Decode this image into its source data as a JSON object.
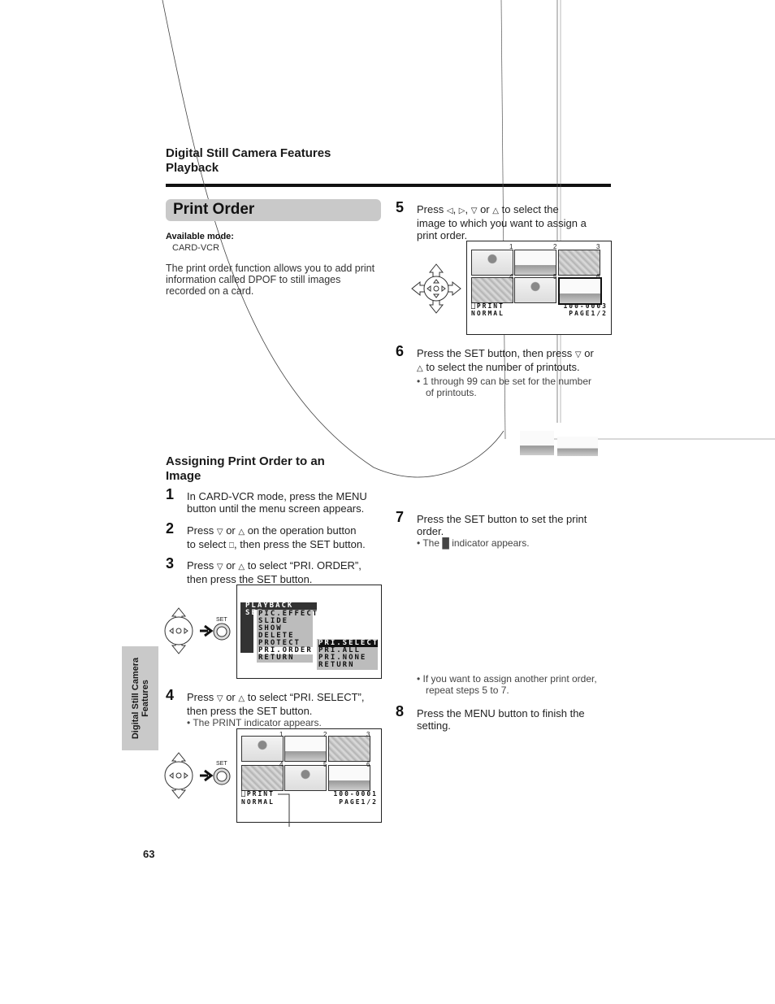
{
  "header": {
    "section_line1": "Digital Still Camera Features",
    "section_line2": "Playback"
  },
  "title": "Print Order",
  "available_mode": {
    "label": "Available mode:",
    "value": "CARD-VCR"
  },
  "intro": [
    "The print order function allows you to add print",
    "information called DPOF to still images",
    "recorded on a card."
  ],
  "subheading": [
    "Assigning Print Order to an",
    "Image"
  ],
  "steps": {
    "s1": {
      "num": "1",
      "lines": [
        "In CARD-VCR mode, press the MENU",
        "button until the menu screen appears."
      ]
    },
    "s2": {
      "num": "2",
      "line1_a": "Press",
      "line1_or": "or",
      "line1_b": "on the operation button",
      "line2_a": "to select",
      "line2_b": ", then press the SET button."
    },
    "s3": {
      "num": "3",
      "line1_a": "Press",
      "line1_or": "or",
      "line1_b": "to select “PRI. ORDER”,",
      "line2": "then press the SET button."
    },
    "s4": {
      "num": "4",
      "line1_a": "Press",
      "line1_or": "or",
      "line1_b": "to select “PRI. SELECT”,",
      "line2": "then press the SET button.",
      "bullet": "The PRINT indicator appears."
    },
    "s5": {
      "num": "5",
      "line1_a": "Press",
      "line1_or": "or",
      "line1_b": "to select the",
      "line2": "image to which you want to assign a",
      "line3": "print order."
    },
    "s6": {
      "num": "6",
      "line1_a": "Press the SET button, then press",
      "line1_or": "or",
      "line2": "to select the number of printouts.",
      "bullet": [
        "1 through 99 can be set for the number",
        "of printouts."
      ]
    },
    "s7": {
      "num": "7",
      "lines": [
        "Press the SET button to set the print",
        "order."
      ],
      "bullet_a": "The",
      "bullet_b": "indicator appears."
    },
    "extra_bullet": [
      "If you want to assign another print order,",
      "repeat steps 5 to 7."
    ],
    "s8": {
      "num": "8",
      "lines": [
        "Press the MENU button to finish the",
        "setting."
      ]
    }
  },
  "menu_screen": {
    "title": "PLAYBACK SET",
    "items": [
      "PIC.EFFECT",
      "SLIDE SHOW",
      "DELETE",
      "PROTECT",
      "PRI.ORDER",
      "RETURN"
    ],
    "submenu": [
      "PRI.SELECT",
      "PRI.ALL",
      "PRI.NONE",
      "RETURN"
    ],
    "set_label": "SET"
  },
  "thumb_screen_a": {
    "nums": [
      "1",
      "2",
      "3",
      "4",
      "5",
      "6"
    ],
    "left1": "PRINT",
    "left2": "NORMAL",
    "right1": "100-0001",
    "right2": "PAGE1/2",
    "set_label": "SET"
  },
  "thumb_screen_b": {
    "nums": [
      "1",
      "2",
      "3",
      "4",
      "5",
      "6"
    ],
    "left1": "PRINT",
    "left2": "NORMAL",
    "right1": "100-0003",
    "right2": "PAGE1/2"
  },
  "side_tab": [
    "Digital Still Camera",
    "Features"
  ],
  "page_number": "63",
  "glyphs": {
    "down": "▽",
    "up": "△",
    "left": "◁",
    "right": "▷",
    "print": "⎕",
    "mark": "█"
  }
}
